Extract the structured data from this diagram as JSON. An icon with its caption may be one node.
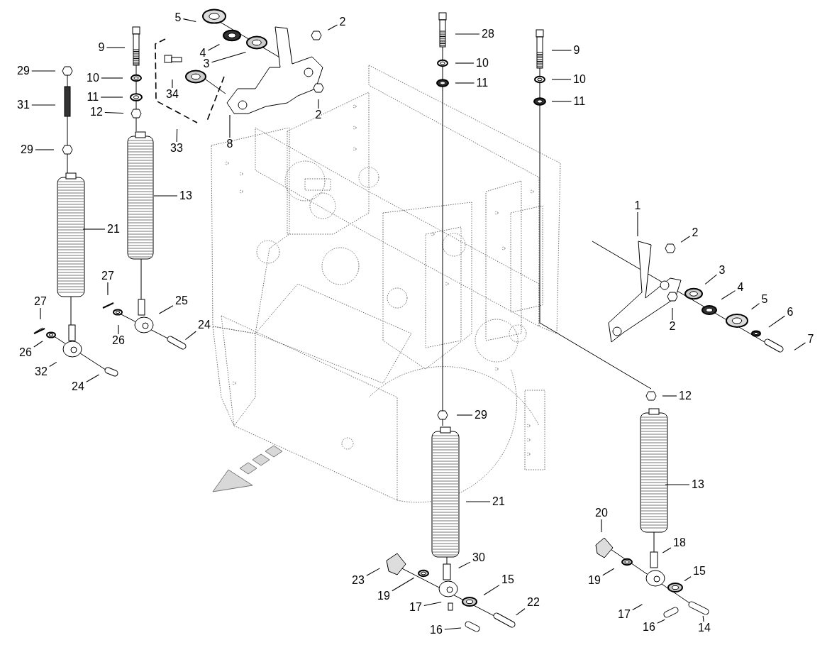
{
  "diagram": {
    "nodes": [
      {
        "text": [
          "5"
        ]
      },
      {
        "text": [
          "2"
        ]
      },
      {
        "text": [
          "28"
        ]
      },
      {
        "text": [
          "9"
        ]
      },
      {
        "text": [
          "9"
        ]
      },
      {
        "text": [
          "4"
        ]
      },
      {
        "text": [
          "10"
        ]
      },
      {
        "text": [
          "3"
        ]
      },
      {
        "text": [
          "29"
        ]
      },
      {
        "text": [
          "10"
        ]
      },
      {
        "text": [
          "10"
        ]
      },
      {
        "text": [
          "11"
        ]
      },
      {
        "text": [
          "34"
        ]
      },
      {
        "text": [
          "11"
        ]
      },
      {
        "text": [
          "11"
        ]
      },
      {
        "text": [
          "31"
        ]
      },
      {
        "text": [
          "12"
        ]
      },
      {
        "text": [
          "2"
        ]
      },
      {
        "text": [
          "8"
        ]
      },
      {
        "text": [
          "33"
        ]
      },
      {
        "text": [
          "29"
        ]
      },
      {
        "text": [
          "13"
        ]
      },
      {
        "text": [
          "21"
        ]
      },
      {
        "text": [
          "1"
        ]
      },
      {
        "text": [
          "2"
        ]
      },
      {
        "text": [
          "3"
        ]
      },
      {
        "text": [
          "27"
        ]
      },
      {
        "text": [
          "4"
        ]
      },
      {
        "text": [
          "5"
        ]
      },
      {
        "text": [
          "27"
        ]
      },
      {
        "text": [
          "25"
        ]
      },
      {
        "text": [
          "6"
        ]
      },
      {
        "text": [
          "2"
        ]
      },
      {
        "text": [
          "24"
        ]
      },
      {
        "text": [
          "26"
        ]
      },
      {
        "text": [
          "7"
        ]
      },
      {
        "text": [
          "26"
        ]
      },
      {
        "text": [
          "32"
        ]
      },
      {
        "text": [
          "24"
        ]
      },
      {
        "text": [
          "12"
        ]
      },
      {
        "text": [
          "29"
        ]
      },
      {
        "text": [
          "13"
        ]
      },
      {
        "text": [
          "21"
        ]
      },
      {
        "text": [
          "20"
        ]
      },
      {
        "text": [
          "18"
        ]
      },
      {
        "text": [
          "30"
        ]
      },
      {
        "text": [
          "15"
        ]
      },
      {
        "text": [
          "23"
        ]
      },
      {
        "text": [
          "19"
        ]
      },
      {
        "text": [
          "15"
        ]
      },
      {
        "text": [
          "19"
        ]
      },
      {
        "text": [
          "22"
        ]
      },
      {
        "text": [
          "17"
        ]
      },
      {
        "text": [
          "17"
        ]
      },
      {
        "text": [
          "16"
        ]
      },
      {
        "text": [
          "16"
        ]
      },
      {
        "text": [
          "14"
        ]
      }
    ],
    "edges": [
      {
        "from": 0,
        "to": null,
        "arrow": "none"
      },
      {
        "from": 1,
        "to": null,
        "arrow": "none"
      },
      {
        "from": 2,
        "to": null,
        "arrow": "none"
      },
      {
        "from": 3,
        "to": null,
        "arrow": "none"
      },
      {
        "from": 4,
        "to": null,
        "arrow": "none"
      },
      {
        "from": 5,
        "to": null,
        "arrow": "none"
      },
      {
        "from": 6,
        "to": null,
        "arrow": "none"
      },
      {
        "from": 7,
        "to": null,
        "arrow": "none"
      },
      {
        "from": 8,
        "to": null,
        "arrow": "none"
      },
      {
        "from": 9,
        "to": null,
        "arrow": "none"
      },
      {
        "from": 10,
        "to": null,
        "arrow": "none"
      },
      {
        "from": 11,
        "to": null,
        "arrow": "none"
      },
      {
        "from": 12,
        "to": null,
        "arrow": "none"
      },
      {
        "from": 13,
        "to": null,
        "arrow": "none"
      },
      {
        "from": 14,
        "to": null,
        "arrow": "none"
      },
      {
        "from": 15,
        "to": null,
        "arrow": "none"
      },
      {
        "from": 16,
        "to": null,
        "arrow": "none"
      },
      {
        "from": 17,
        "to": null,
        "arrow": "none"
      },
      {
        "from": 18,
        "to": null,
        "arrow": "none"
      },
      {
        "from": 19,
        "to": null,
        "arrow": "none"
      },
      {
        "from": 20,
        "to": null,
        "arrow": "none"
      },
      {
        "from": 21,
        "to": null,
        "arrow": "none"
      },
      {
        "from": 22,
        "to": null,
        "arrow": "none"
      },
      {
        "from": 23,
        "to": null,
        "arrow": "none"
      },
      {
        "from": 24,
        "to": null,
        "arrow": "none"
      },
      {
        "from": 25,
        "to": null,
        "arrow": "none"
      },
      {
        "from": 26,
        "to": null,
        "arrow": "none"
      },
      {
        "from": 27,
        "to": null,
        "arrow": "none"
      },
      {
        "from": 28,
        "to": null,
        "arrow": "none"
      },
      {
        "from": 29,
        "to": null,
        "arrow": "none"
      },
      {
        "from": 30,
        "to": null,
        "arrow": "none"
      },
      {
        "from": 31,
        "to": null,
        "arrow": "none"
      },
      {
        "from": 32,
        "to": null,
        "arrow": "none"
      },
      {
        "from": 33,
        "to": null,
        "arrow": "none"
      },
      {
        "from": 34,
        "to": null,
        "arrow": "none"
      },
      {
        "from": 35,
        "to": null,
        "arrow": "none"
      },
      {
        "from": 36,
        "to": null,
        "arrow": "none"
      },
      {
        "from": 37,
        "to": null,
        "arrow": "none"
      },
      {
        "from": 38,
        "to": null,
        "arrow": "none"
      },
      {
        "from": 39,
        "to": null,
        "arrow": "none"
      },
      {
        "from": 40,
        "to": null,
        "arrow": "none"
      },
      {
        "from": 41,
        "to": null,
        "arrow": "none"
      },
      {
        "from": 42,
        "to": null,
        "arrow": "none"
      },
      {
        "from": 43,
        "to": null,
        "arrow": "none"
      },
      {
        "from": 44,
        "to": null,
        "arrow": "none"
      },
      {
        "from": 45,
        "to": null,
        "arrow": "none"
      },
      {
        "from": 46,
        "to": null,
        "arrow": "none"
      },
      {
        "from": 47,
        "to": null,
        "arrow": "none"
      },
      {
        "from": 48,
        "to": null,
        "arrow": "none"
      },
      {
        "from": 49,
        "to": null,
        "arrow": "none"
      },
      {
        "from": 50,
        "to": null,
        "arrow": "none"
      },
      {
        "from": 51,
        "to": null,
        "arrow": "none"
      },
      {
        "from": 52,
        "to": null,
        "arrow": "none"
      },
      {
        "from": 53,
        "to": null,
        "arrow": "none"
      },
      {
        "from": 54,
        "to": null,
        "arrow": "none"
      },
      {
        "from": 55,
        "to": null,
        "arrow": "none"
      },
      {
        "from": 56,
        "to": null,
        "arrow": "none"
      }
    ]
  }
}
